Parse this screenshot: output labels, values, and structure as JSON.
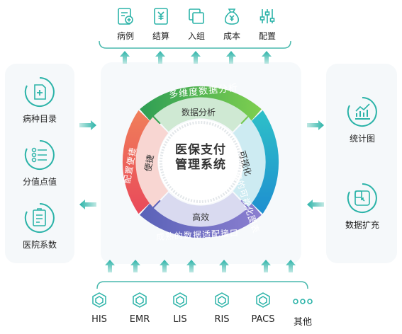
{
  "top_items": [
    {
      "label": "病例",
      "icon": "medical-record-icon"
    },
    {
      "label": "结算",
      "icon": "settlement-icon"
    },
    {
      "label": "入组",
      "icon": "group-copy-icon"
    },
    {
      "label": "成本",
      "icon": "money-bag-icon"
    },
    {
      "label": "配置",
      "icon": "settings-sliders-icon"
    }
  ],
  "left_items": [
    {
      "label": "病种目录",
      "icon": "disease-catalog-icon"
    },
    {
      "label": "分值点值",
      "icon": "points-list-icon"
    },
    {
      "label": "医院系数",
      "icon": "hospital-coefficient-icon"
    }
  ],
  "right_items": [
    {
      "label": "统计图",
      "icon": "bar-chart-icon"
    },
    {
      "label": "数据扩充",
      "icon": "data-expand-icon"
    }
  ],
  "bottom_items": [
    {
      "label": "HIS",
      "icon": "hexagon-box-icon"
    },
    {
      "label": "EMR",
      "icon": "hexagon-box-icon"
    },
    {
      "label": "LIS",
      "icon": "hexagon-box-icon"
    },
    {
      "label": "RIS",
      "icon": "hexagon-box-icon"
    },
    {
      "label": "PACS",
      "icon": "hexagon-box-icon"
    },
    {
      "label": "其他",
      "icon": "more-dots-icon"
    }
  ],
  "center": {
    "line1": "医保支付",
    "line2": "管理系统"
  },
  "ring": {
    "top_outer": "多维度数据分析",
    "top_inner": "数据分析",
    "right_outer": "丰富的可视化图表",
    "right_inner": "可视化",
    "bottom_outer": "成熟的数据适配接口",
    "bottom_inner": "高效",
    "left_outer": "配置便捷",
    "left_inner": "便捷"
  },
  "colors": {
    "accent": "#2bb3a8",
    "green": "#3aaa5a",
    "cyan": "#27a9c9",
    "purple": "#6a6bc0",
    "red": "#e8555a"
  }
}
